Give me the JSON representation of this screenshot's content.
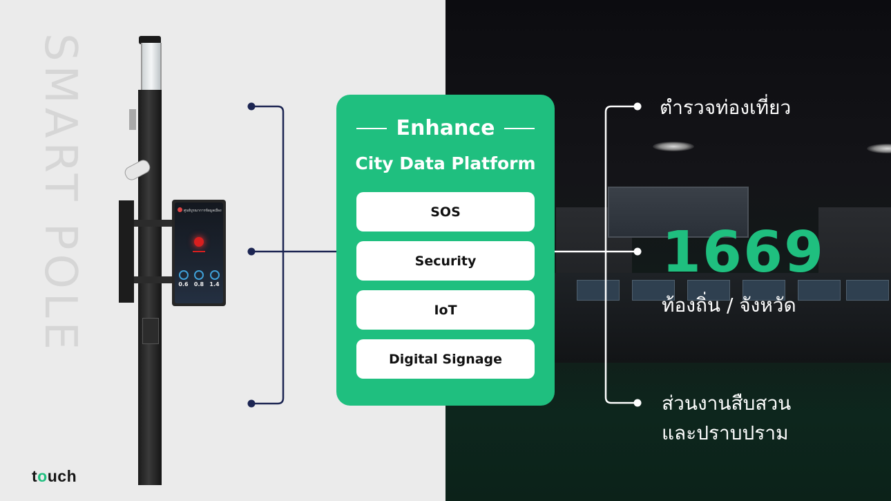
{
  "brand": {
    "vertical_title": "SMART POLE",
    "logo_prefix": "t",
    "logo_o": "o",
    "logo_suffix": "uch"
  },
  "kiosk": {
    "header": "ศูนย์บูรณาการข้อมูลเมือง",
    "gauges": [
      "0.6",
      "0.8",
      "1.4"
    ]
  },
  "platform": {
    "title": "Enhance",
    "subtitle": "City Data Platform",
    "features": [
      "SOS",
      "Security",
      "IoT",
      "Digital Signage"
    ]
  },
  "info": {
    "top_label": "ตำรวจท่องเที่ยว",
    "stat_number": "1669",
    "stat_label": "ท้องถิ่น / จังหวัด",
    "bottom_line1": "ส่วนงานสืบสวน",
    "bottom_line2": "และปราบปราม"
  },
  "colors": {
    "accent": "#1fbf7f",
    "left_background": "#ebebeb",
    "connector_left": "#1c2552",
    "connector_right": "#ffffff"
  }
}
